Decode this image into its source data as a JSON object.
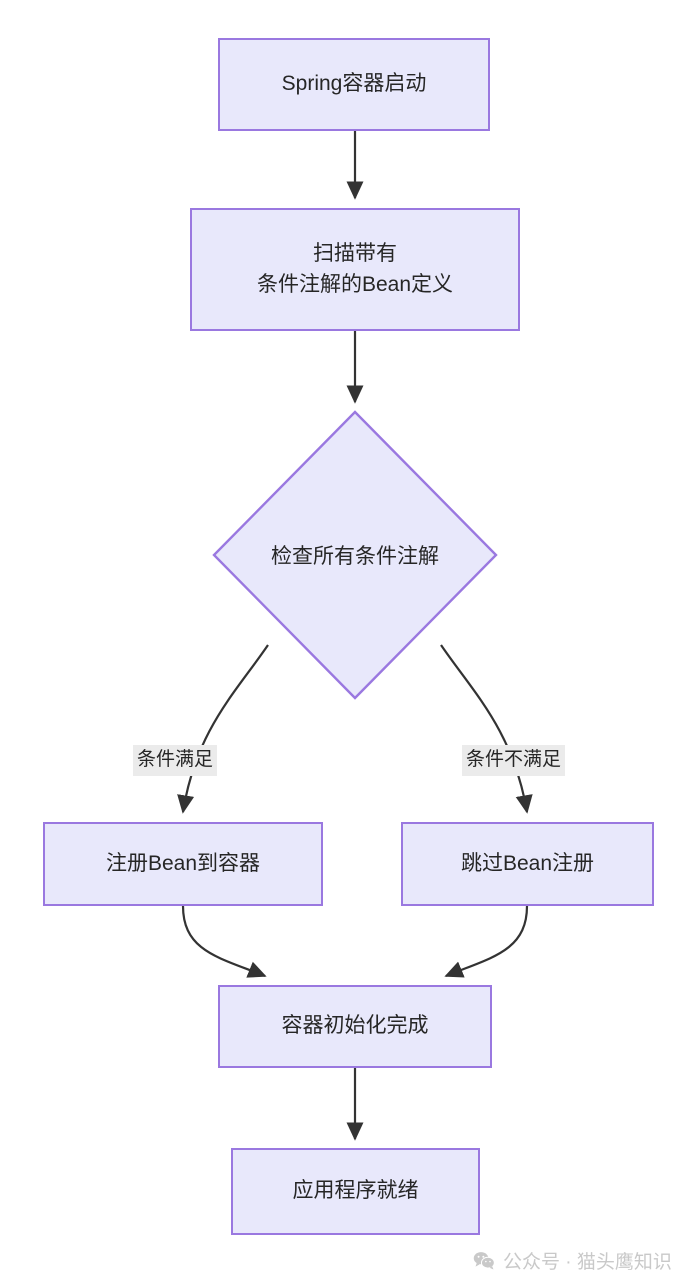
{
  "diagram": {
    "type": "flowchart",
    "direction": "top-to-bottom",
    "theme": {
      "node_fill": "#e8e8fb",
      "node_border": "#9a78e0",
      "edge_color": "#333333",
      "text_color": "#262626",
      "edge_label_bg": "#ebebeb",
      "background": "#ffffff"
    },
    "nodes": [
      {
        "id": "start",
        "shape": "rect",
        "label": "Spring容器启动"
      },
      {
        "id": "scan",
        "shape": "rect",
        "label": "扫描带有\n条件注解的Bean定义"
      },
      {
        "id": "check",
        "shape": "diamond",
        "label": "检查所有条件注解"
      },
      {
        "id": "register",
        "shape": "rect",
        "label": "注册Bean到容器"
      },
      {
        "id": "skip",
        "shape": "rect",
        "label": "跳过Bean注册"
      },
      {
        "id": "inited",
        "shape": "rect",
        "label": "容器初始化完成"
      },
      {
        "id": "ready",
        "shape": "rect",
        "label": "应用程序就绪"
      }
    ],
    "edges": [
      {
        "from": "start",
        "to": "scan",
        "label": ""
      },
      {
        "from": "scan",
        "to": "check",
        "label": ""
      },
      {
        "from": "check",
        "to": "register",
        "label": "条件满足"
      },
      {
        "from": "check",
        "to": "skip",
        "label": "条件不满足"
      },
      {
        "from": "register",
        "to": "inited",
        "label": ""
      },
      {
        "from": "skip",
        "to": "inited",
        "label": ""
      },
      {
        "from": "inited",
        "to": "ready",
        "label": ""
      }
    ]
  },
  "watermark": {
    "icon": "wechat-icon",
    "text": "公众号 · 猫头鹰知识"
  }
}
